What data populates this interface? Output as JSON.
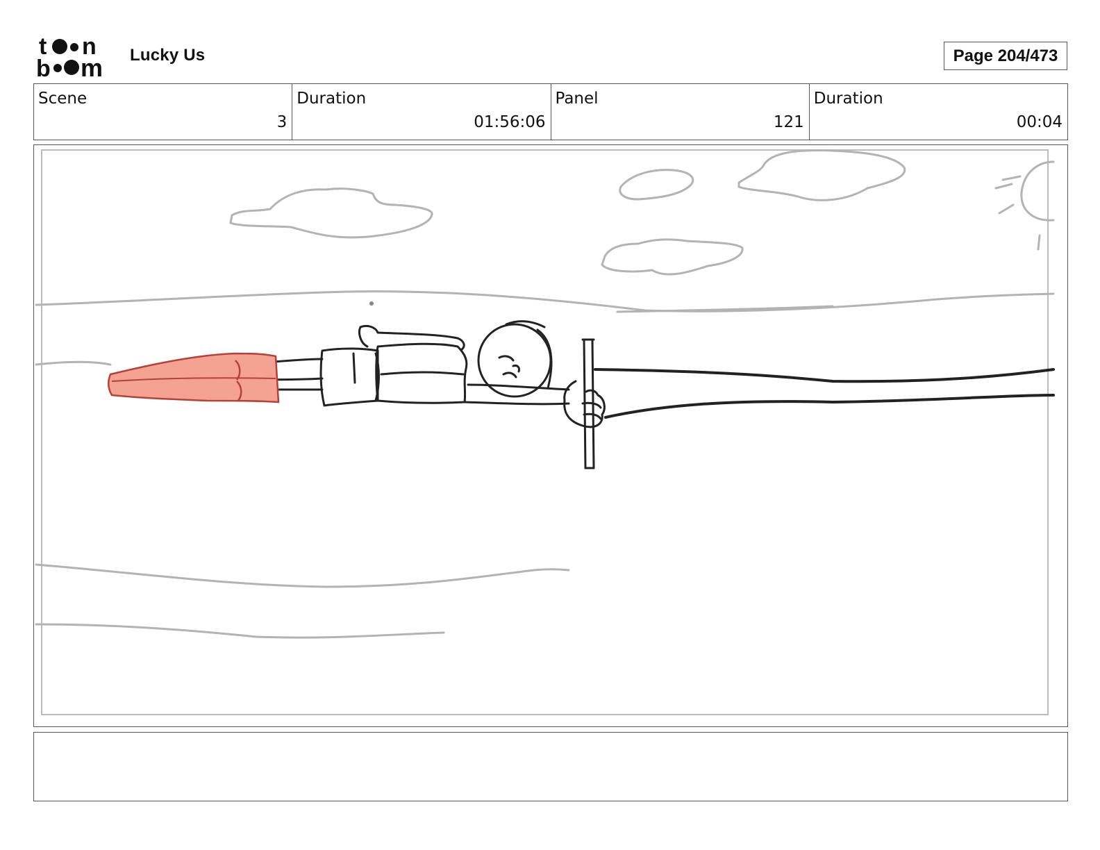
{
  "header": {
    "logo_text": "toon boom",
    "project_title": "Lucky Us",
    "page_indicator": "Page 204/473"
  },
  "info": {
    "scene_label": "Scene",
    "scene_value": "3",
    "scene_duration_label": "Duration",
    "scene_duration_value": "01:56:06",
    "panel_label": "Panel",
    "panel_value": "121",
    "panel_duration_label": "Duration",
    "panel_duration_value": "00:04"
  },
  "panel": {
    "sketch_line_color": "#222222",
    "sky_line_color": "#b3b3b3",
    "pants_color": "#f4a393",
    "pants_outline": "#b5413a"
  },
  "notes": {
    "text": ""
  }
}
